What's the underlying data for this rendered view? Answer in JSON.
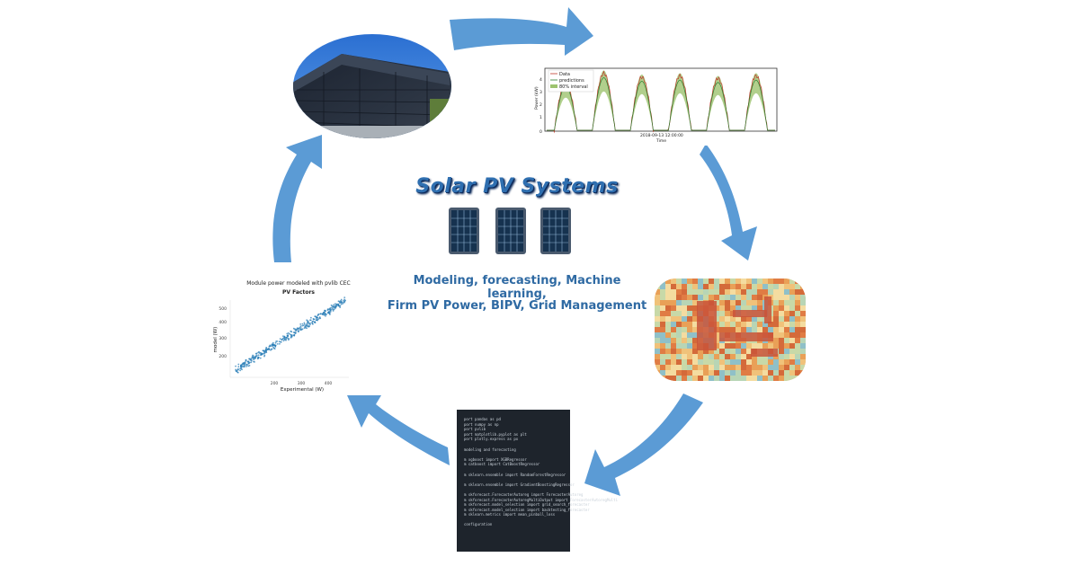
{
  "diagram": {
    "title": "Solar PV Systems",
    "subtitle_line1": "Modeling, forecasting,  Machine learning,",
    "subtitle_line2": "Firm PV Power, BIPV, Grid Management",
    "arrow_color": "#5b9bd5"
  },
  "forecast_chart": {
    "legend": [
      "Data",
      "predictions",
      "80% interval"
    ],
    "ylabel": "Power (kW)",
    "xlabel": "Time",
    "xtick": "2018-09-13 12:00:00",
    "yticks": [
      "0",
      "1",
      "2",
      "3",
      "4"
    ]
  },
  "scatter_plot": {
    "title": "Module power modeled with pvlib CEC",
    "subtitle": "PV Factors",
    "xlabel": "Experimental (W)",
    "ylabel": "model (W)",
    "xticks": [
      "200",
      "300",
      "400"
    ],
    "yticks": [
      "200",
      "300",
      "400",
      "500"
    ]
  },
  "code_editor": {
    "lines": [
      "port pandas as pd",
      "port numpy as np",
      "port pvlib",
      "port matplotlib.pyplot as plt",
      "port plotly.express as px",
      "",
      "modeling and forecasting",
      "",
      "m xgboost import XGBRegressor",
      "m catboost import CatBoostRegressor",
      "",
      "m sklearn.ensemble import RandomForestRegressor",
      "",
      "m sklearn.ensemble import GradientBoostingRegressor",
      "",
      "m skforecast.ForecasterAutoreg import ForecasterAutoreg",
      "m skforecast.ForecasterAutoregMultiOutput import ForecasterAutoregMulti",
      "m skforecast.model_selection import grid_search_forecaster",
      "m skforecast.model_selection import backtesting_forecaster",
      "m sklearn.metrics import mean_pinball_loss",
      "",
      "configuration"
    ]
  }
}
